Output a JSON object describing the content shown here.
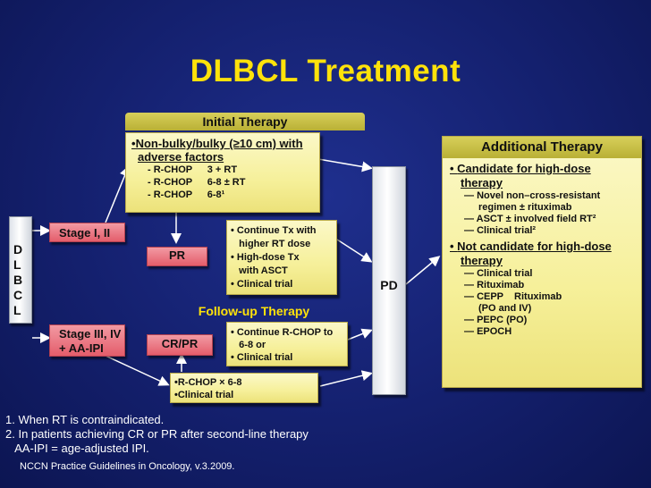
{
  "title": "DLBCL Treatment",
  "dlbcl_letters": [
    "D",
    "L",
    "B",
    "C",
    "L"
  ],
  "stage_early": "Stage I, II",
  "stage_advanced_line1": "Stage III, IV",
  "stage_advanced_line2": "+ AA-IPI",
  "initial_therapy": {
    "header": "Initial Therapy",
    "bullet_line1": "Non-bulky/bulky (≥10 cm) with",
    "bullet_line2": "adverse factors",
    "regimens": [
      {
        "name": "R-CHOP",
        "detail": "3 + RT"
      },
      {
        "name": "R-CHOP",
        "detail": "6-8 ± RT"
      },
      {
        "name": "R-CHOP",
        "detail": "6-8¹"
      }
    ]
  },
  "pr_label": "PR",
  "pr_options": [
    "• Continue Tx with",
    "   higher RT dose",
    "• High-dose Tx",
    "   with ASCT",
    "• Clinical trial"
  ],
  "followup_header": "Follow-up Therapy",
  "crpr_label": "CR/PR",
  "crpr_options": [
    "• Continue R-CHOP to",
    "   6-8 or",
    "• Clinical trial"
  ],
  "advanced_initial": [
    "•R-CHOP × 6-8",
    "•Clinical trial"
  ],
  "pd_label": "PD",
  "additional_therapy": {
    "header": "Additional Therapy",
    "candidate_hd_line1": "Candidate for high-dose",
    "candidate_hd_line2": "therapy",
    "candidate_items": [
      "Novel non–cross-resistant",
      "regimen ± rituximab",
      "ASCT ± involved field RT²",
      "Clinical trial²"
    ],
    "not_candidate_line1": "Not candidate for high-dose",
    "not_candidate_line2": "therapy",
    "not_candidate_items": [
      "Clinical trial",
      "Rituximab",
      "CEPP    Rituximab",
      "(PO and IV)",
      "PEPC (PO)",
      "EPOCH"
    ]
  },
  "footnotes": [
    "1. When RT is contraindicated.",
    "2. In patients achieving CR or PR after second-line therapy",
    "   AA-IPI = age-adjusted IPI."
  ],
  "citation": "NCCN Practice Guidelines in Oncology, v.3.2009."
}
